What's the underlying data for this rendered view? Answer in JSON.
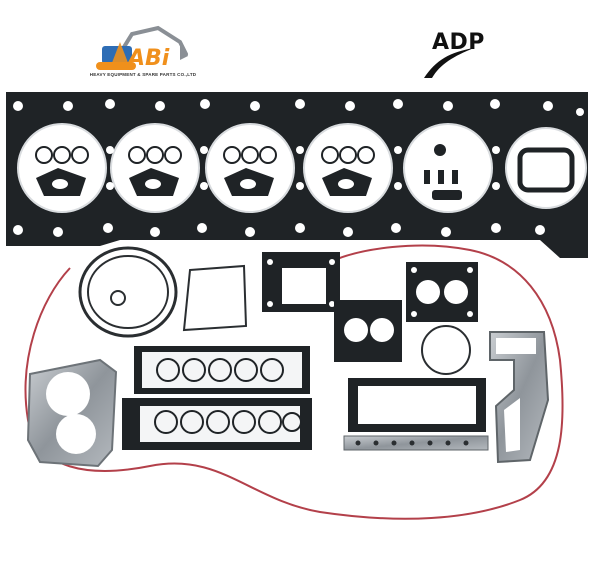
{
  "logos": {
    "left_mark": "ABi",
    "left_tagline": "HEAVY EQUIPMENT & SPARE PARTS CO.,LTD",
    "right_mark": "ADP"
  },
  "colors": {
    "gasket_dark": "#1f2326",
    "gasket_metal": "#9aa0a6",
    "wire_red": "#b3404a",
    "logo_orange": "#f0901c",
    "logo_blue": "#2e6db5"
  },
  "icons": [
    "excavator-logo-icon",
    "adp-swoosh-icon"
  ]
}
